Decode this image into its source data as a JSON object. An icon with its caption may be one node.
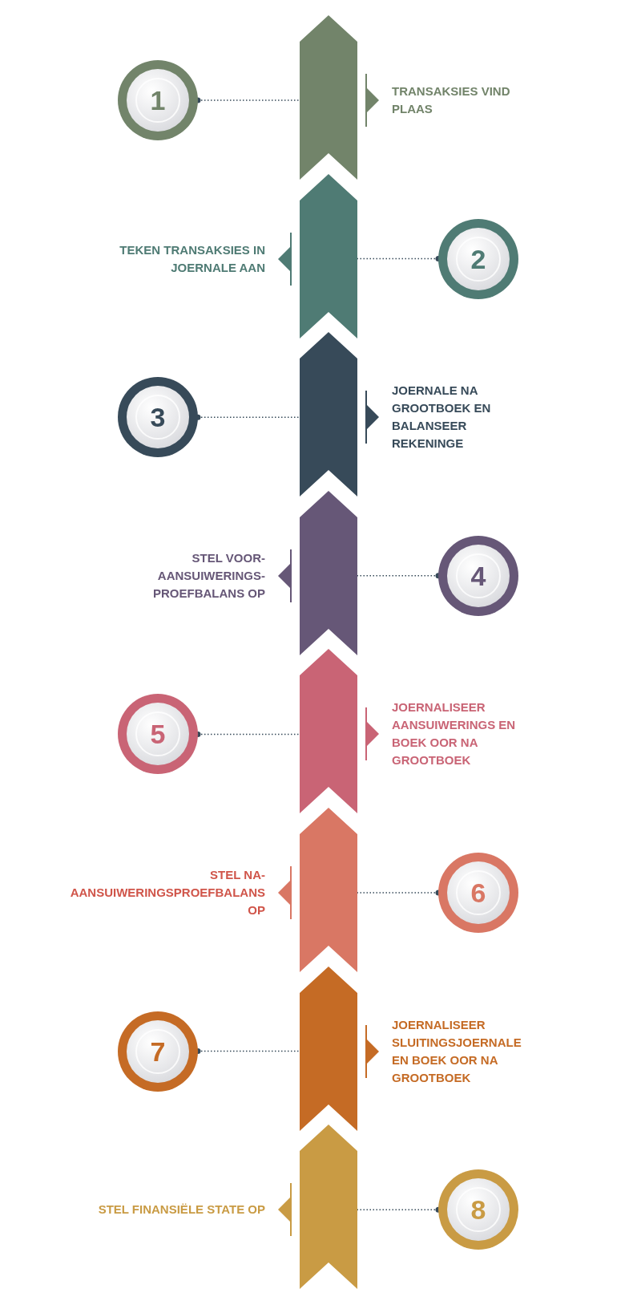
{
  "diagram": {
    "nodes": [
      {
        "text": [
          "1"
        ]
      },
      {
        "text": [],
        "shape": "chevron",
        "beside": [
          "TRANSAKSIES VIND PLAAS"
        ]
      },
      {
        "text": [
          "2"
        ]
      },
      {
        "text": [],
        "shape": "chevron",
        "beside": [
          "TEKEN TRANSAKSIES IN JOERNALE AAN"
        ]
      },
      {
        "text": [
          "3"
        ]
      },
      {
        "text": [],
        "shape": "chevron",
        "beside": [
          "JOERNALE NA GROOTBOEK EN BALANSEER REKENINGE"
        ]
      },
      {
        "text": [
          "4"
        ]
      },
      {
        "text": [],
        "shape": "chevron",
        "beside": [
          "STEL VOOR-AANSUIWERINGS-PROEFBALANS OP"
        ]
      },
      {
        "text": [
          "5"
        ]
      },
      {
        "text": [],
        "shape": "chevron",
        "beside": [
          "JOERNALISEER AANSUIWERINGS EN BOEK OOR NA GROOTBOEK"
        ]
      },
      {
        "text": [
          "6"
        ]
      },
      {
        "text": [],
        "shape": "chevron",
        "beside": [
          "STEL NA-AANSUIWERINGSPROEFBALANS OP"
        ]
      },
      {
        "text": [
          "7"
        ]
      },
      {
        "text": [],
        "shape": "chevron",
        "beside": [
          "JOERNALISEER SLUITINGSJOERNALE EN BOEK OOR NA GROOTBOEK"
        ]
      },
      {
        "text": [
          "8"
        ]
      },
      {
        "text": [],
        "shape": "chevron",
        "beside": [
          "STEL FINANSIËLE STATE OP"
        ]
      }
    ],
    "edges": [
      {
        "from": 0,
        "to": 1,
        "arrow": "other"
      },
      {
        "from": 2,
        "to": 3,
        "arrow": "other"
      },
      {
        "from": 4,
        "to": 5,
        "arrow": "other"
      },
      {
        "from": 6,
        "to": 7,
        "arrow": "other"
      },
      {
        "from": 8,
        "to": 9,
        "arrow": "other"
      },
      {
        "from": 10,
        "to": 11,
        "arrow": "other"
      },
      {
        "from": 12,
        "to": 13,
        "arrow": "other"
      },
      {
        "from": 14,
        "to": 15,
        "arrow": "other"
      }
    ]
  }
}
